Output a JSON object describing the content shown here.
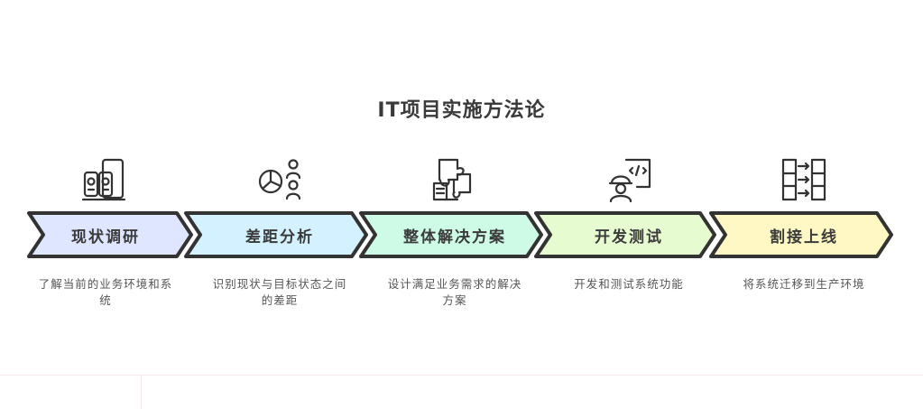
{
  "title": "IT项目实施方法论",
  "steps": [
    {
      "label": "现状调研",
      "desc": "了解当前的业务环境和系统",
      "fill": "#dfe6ff",
      "icon": "devices-icon"
    },
    {
      "label": "差距分析",
      "desc": "识别现状与目标状态之间的差距",
      "fill": "#d4f1ff",
      "icon": "analysis-people-icon"
    },
    {
      "label": "整体解决方案",
      "desc": "设计满足业务需求的解决方案",
      "fill": "#cdfbe6",
      "icon": "puzzle-document-icon"
    },
    {
      "label": "开发测试",
      "desc": "开发和测试系统功能",
      "fill": "#e6fbcf",
      "icon": "developer-code-icon"
    },
    {
      "label": "割接上线",
      "desc": "将系统迁移到生产环境",
      "fill": "#fff8c4",
      "icon": "migration-columns-icon"
    }
  ]
}
